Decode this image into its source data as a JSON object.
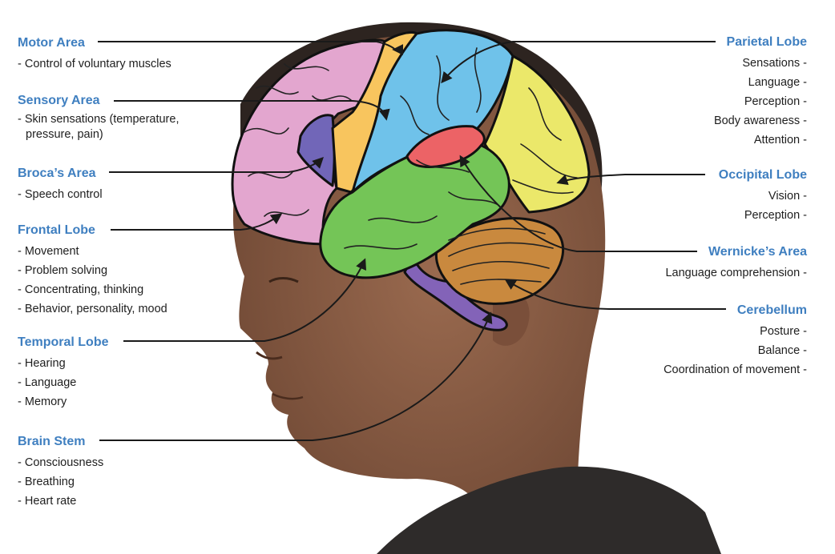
{
  "colors": {
    "label_blue": "#3f7fc0",
    "frontal": "#e3a6cf",
    "motor": "#f8c55e",
    "parietal": "#6fc2ea",
    "occipital": "#ebe86a",
    "temporal": "#74c557",
    "wernicke": "#ec6366",
    "broca": "#7166b8",
    "cerebellum": "#c9893e",
    "brainstem": "#8363b8",
    "skin": "#8a5c44",
    "hair": "#2d2420"
  },
  "labels": {
    "motor": {
      "title": "Motor Area",
      "items": [
        "Control of voluntary muscles"
      ]
    },
    "sensory": {
      "title": "Sensory Area",
      "items": [
        "Skin sensations (temperature,",
        "pressure, pain)"
      ]
    },
    "broca": {
      "title": "Broca’s Area",
      "items": [
        "Speech control"
      ]
    },
    "frontal": {
      "title": "Frontal Lobe",
      "items": [
        "Movement",
        "Problem solving",
        "Concentrating, thinking",
        "Behavior, personality, mood"
      ]
    },
    "temporal": {
      "title": "Temporal Lobe",
      "items": [
        "Hearing",
        "Language",
        "Memory"
      ]
    },
    "brainstem": {
      "title": "Brain Stem",
      "items": [
        "Consciousness",
        "Breathing",
        "Heart rate"
      ]
    },
    "parietal": {
      "title": "Parietal Lobe",
      "items": [
        "Sensations",
        "Language",
        "Perception",
        "Body awareness",
        "Attention"
      ]
    },
    "occipital": {
      "title": "Occipital Lobe",
      "items": [
        "Vision",
        "Perception"
      ]
    },
    "wernicke": {
      "title": "Wernicke’s Area",
      "items": [
        "Language comprehension"
      ]
    },
    "cerebellum": {
      "title": "Cerebellum",
      "items": [
        "Posture",
        "Balance",
        "Coordination of movement"
      ]
    }
  }
}
